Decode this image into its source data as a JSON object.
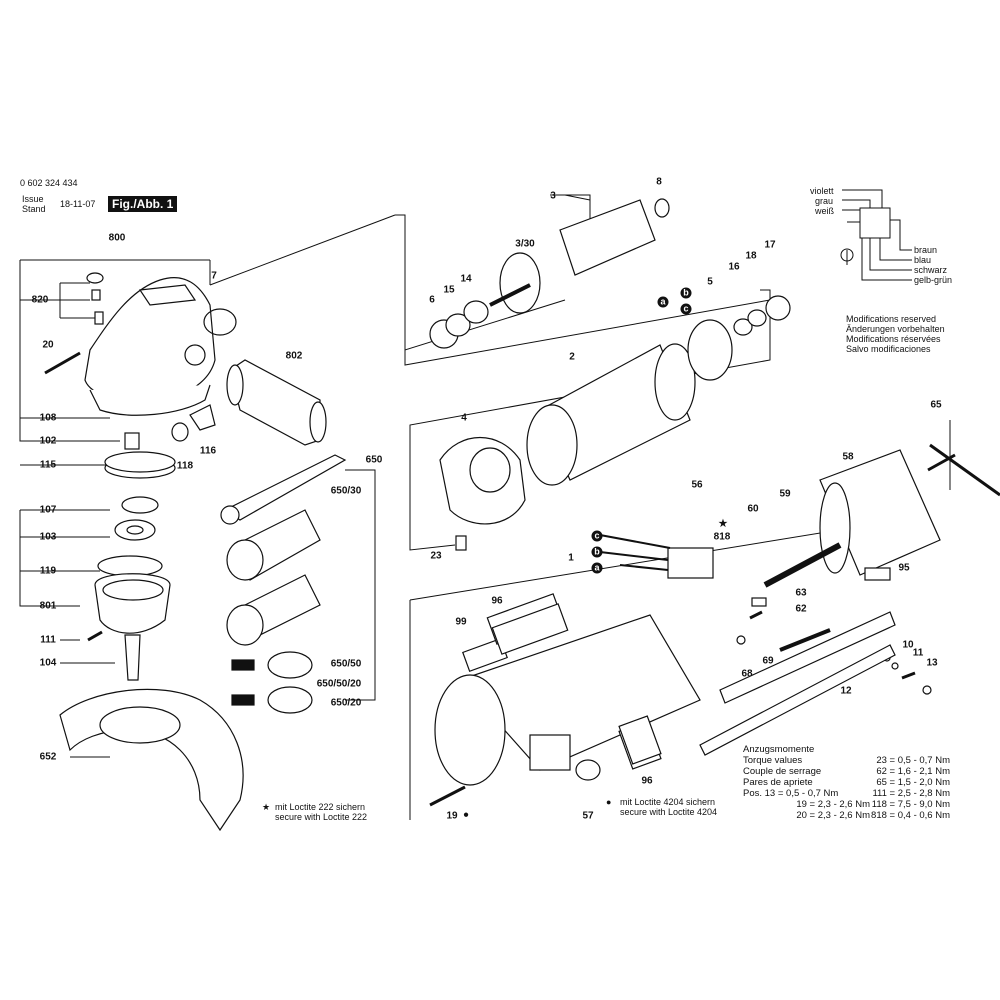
{
  "header": {
    "part_number": "0 602 324 434",
    "issue_label": "Issue",
    "stand_label": "Stand",
    "date": "18-11-07",
    "figure": "Fig./Abb. 1"
  },
  "wiring_legend": {
    "left": [
      "violett",
      "grau",
      "weiß"
    ],
    "right": [
      "braun",
      "blau",
      "schwarz",
      "gelb-grün"
    ]
  },
  "modifications": [
    "Modifications reserved",
    "Änderungen vorbehalten",
    "Modifications réservées",
    "Salvo modificaciones"
  ],
  "loctite_222": [
    "mit Loctite 222 sichern",
    "secure with Loctite 222"
  ],
  "loctite_4204": [
    "mit Loctite 4204 sichern",
    "secure with Loctite 4204"
  ],
  "torque": {
    "headings": [
      "Anzugsmomente",
      "Torque values",
      "Couple de serrage",
      "Pares de apriete"
    ],
    "rows": [
      [
        "",
        "23 = 0,5 - 0,7 Nm"
      ],
      [
        "",
        "62 = 1,6 - 2,1 Nm"
      ],
      [
        "",
        "65 = 1,5 - 2,0 Nm"
      ],
      [
        "Pos. 13 = 0,5 - 0,7 Nm",
        "111 = 2,5 - 2,8 Nm"
      ],
      [
        "19 = 2,3 - 2,6 Nm",
        "118 = 7,5 - 9,0 Nm"
      ],
      [
        "20 = 2,3 - 2,6 Nm",
        "818 = 0,4 - 0,6 Nm"
      ]
    ]
  },
  "labels": {
    "l800": "800",
    "l820": "820",
    "l7": "7",
    "l20": "20",
    "l802": "802",
    "l108": "108",
    "l102": "102",
    "l115": "115",
    "l118": "118",
    "l116": "116",
    "l107": "107",
    "l103": "103",
    "l119": "119",
    "l801": "801",
    "l111": "111",
    "l104": "104",
    "l652": "652",
    "l650": "650",
    "l650_30": "650/30",
    "l650_50": "650/50",
    "l650_50_20": "650/50/20",
    "l650_20": "650/20",
    "l3": "3",
    "l8": "8",
    "l3_30": "3/30",
    "l6": "6",
    "l15": "15",
    "l14": "14",
    "l5": "5",
    "l16": "16",
    "l18": "18",
    "l17": "17",
    "l2": "2",
    "l4": "4",
    "l23": "23",
    "l56": "56",
    "l818": "818",
    "l60": "60",
    "l59": "59",
    "l58": "58",
    "l65": "65",
    "l95": "95",
    "l63": "63",
    "l62": "62",
    "l1": "1",
    "l96a": "96",
    "l99": "99",
    "l96b": "96",
    "l69": "69",
    "l68": "68",
    "l12": "12",
    "l10": "10",
    "l11": "11",
    "l13": "13",
    "l19": "19",
    "l57": "57"
  },
  "wire_codes": {
    "a": "a",
    "b": "b",
    "c": "c"
  }
}
